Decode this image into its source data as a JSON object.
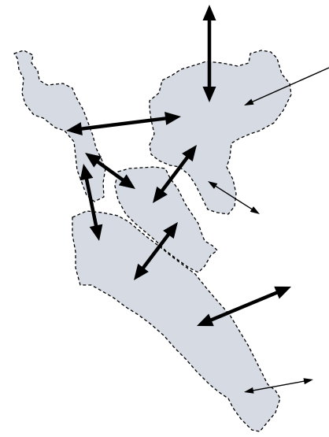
{
  "colors": {
    "region_fill": "#d5dae3",
    "region_outline": "#000000",
    "arrow": "#000000",
    "background": "#ffffff"
  },
  "regions": [
    {
      "name": "northwest-region"
    },
    {
      "name": "northeast-region"
    },
    {
      "name": "central-strip-region"
    },
    {
      "name": "southern-region"
    }
  ],
  "arrows": [
    {
      "name": "arrow-north-vertical",
      "style": "heavy",
      "direction": "double-headed"
    },
    {
      "name": "arrow-incoming-east",
      "style": "thin",
      "direction": "single-headed"
    },
    {
      "name": "arrow-northwest-northeast",
      "style": "heavy",
      "direction": "double-headed"
    },
    {
      "name": "arrow-northwest-central",
      "style": "heavy",
      "direction": "double-headed"
    },
    {
      "name": "arrow-northeast-central",
      "style": "heavy",
      "direction": "double-headed"
    },
    {
      "name": "arrow-northeast-outward",
      "style": "thin",
      "direction": "double-headed"
    },
    {
      "name": "arrow-northwest-south",
      "style": "heavy",
      "direction": "double-headed"
    },
    {
      "name": "arrow-central-south",
      "style": "heavy",
      "direction": "double-headed"
    },
    {
      "name": "arrow-south-east-large",
      "style": "heavy",
      "direction": "double-headed"
    },
    {
      "name": "arrow-south-east-small",
      "style": "thin",
      "direction": "double-headed"
    }
  ]
}
